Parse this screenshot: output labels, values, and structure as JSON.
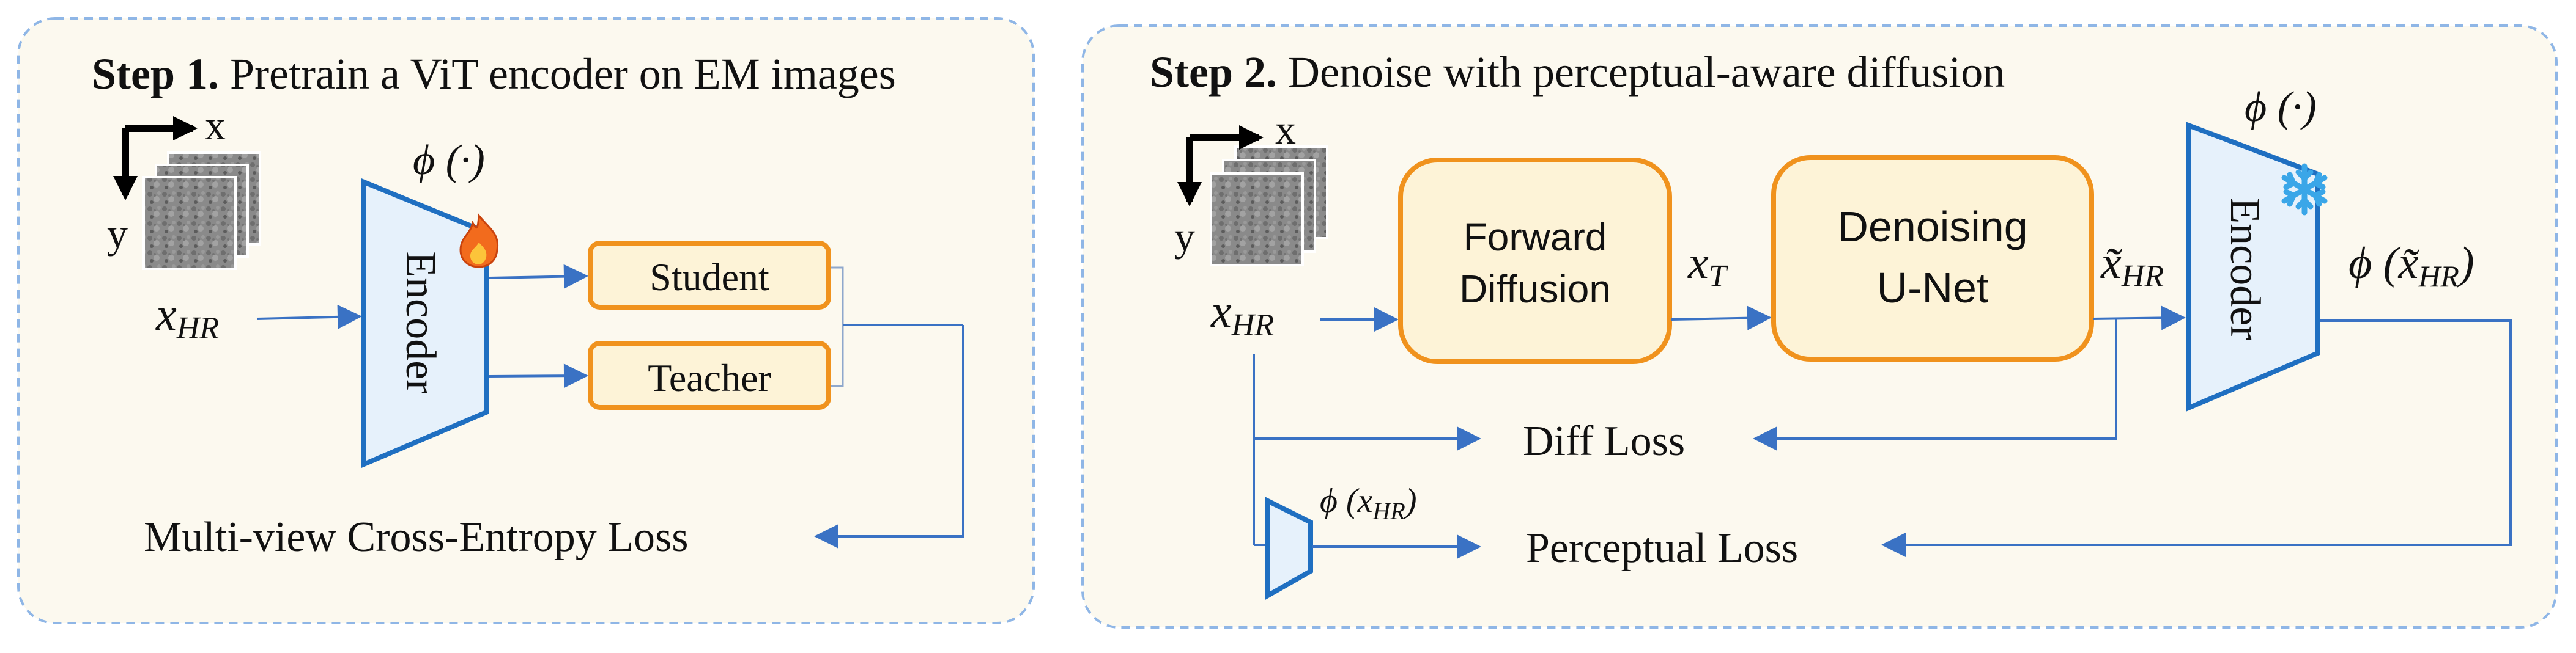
{
  "panel1": {
    "title_bold": "Step 1.",
    "title_rest": " Pretrain a ViT encoder on EM images",
    "axis_x": "x",
    "axis_y": "y",
    "input_base": "x",
    "input_sub": "HR",
    "encoder_label": "Encoder",
    "phi_label": "ϕ (·)",
    "student_label": "Student",
    "teacher_label": "Teacher",
    "loss_label": "Multi-view Cross-Entropy Loss",
    "fire_icon": "fire-icon"
  },
  "panel2": {
    "title_bold": "Step 2.",
    "title_rest": " Denoise with perceptual-aware diffusion",
    "axis_x": "x",
    "axis_y": "y",
    "input_base": "x",
    "input_sub": "HR",
    "forward_line1": "Forward",
    "forward_line2": "Diffusion",
    "xt_base": "x",
    "xt_sub": "T",
    "unet_line1": "Denoising",
    "unet_line2": "U-Net",
    "xtilde_base": "x̃",
    "xtilde_sub": "HR",
    "encoder_label": "Encoder",
    "phi_label": "ϕ (·)",
    "phi_out_open": "ϕ (",
    "phi_out_base": "x̃",
    "phi_out_sub": "HR",
    "phi_out_close": ")",
    "phi_small_open": "ϕ (x",
    "phi_small_sub": "HR",
    "phi_small_close": ")",
    "diff_loss": "Diff Loss",
    "perceptual_loss": "Perceptual Loss",
    "snowflake_icon": "snowflake-icon"
  },
  "colors": {
    "panel_bg": "#fcf9ef",
    "panel_border": "#8fb6e6",
    "box_fill": "#fdf3d7",
    "box_border": "#f0921d",
    "encoder_fill": "#e6f1fb",
    "encoder_border": "#1f6fc1",
    "arrow": "#3a72c4",
    "text": "#111111",
    "snowflake": "#3aa6e8",
    "fire": "#f26b1d"
  }
}
